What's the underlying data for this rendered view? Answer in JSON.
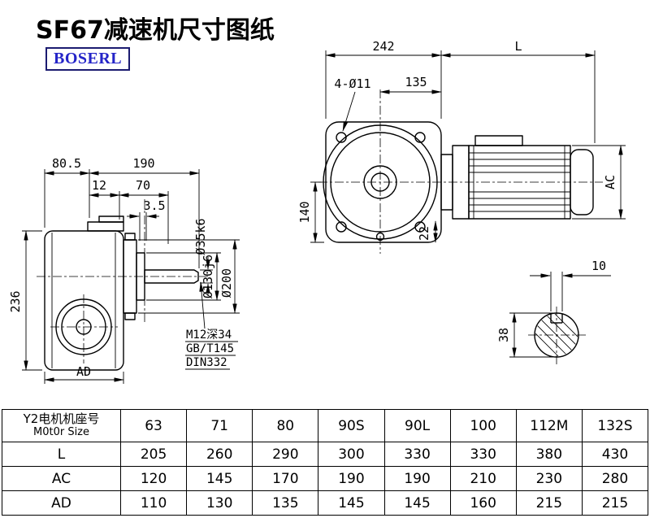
{
  "page": {
    "title": "SF67减速机尺寸图纸",
    "logo_text": "BOSERL"
  },
  "front_view": {
    "dim_width_housing": "242",
    "dim_motor_length": "L",
    "dim_holes": "4-Ø11",
    "dim_center_to_face": "135",
    "dim_center_height": "140",
    "dim_rib": "22",
    "dim_motor_diameter": "AC"
  },
  "side_view": {
    "dim_top_left": "80.5",
    "dim_top_total": "190",
    "dim_step": "12",
    "dim_shaft_len": "70",
    "dim_key": "3.5",
    "dim_height": "236",
    "dim_ad": "AD",
    "dim_shaft_dia": "Ø35k6",
    "dim_spigot_dia": "Ø130j6",
    "dim_flange_dia": "Ø200",
    "note_line1": "M12深34",
    "note_line2": "GB/T145",
    "note_line3": "DIN332"
  },
  "shaft_section": {
    "dim_key_width": "10",
    "dim_shaft_d": "38"
  },
  "table": {
    "header_cn": "Y2电机机座号",
    "header_en": "M0t0r Size",
    "columns": [
      "63",
      "71",
      "80",
      "90S",
      "90L",
      "100",
      "112M",
      "132S"
    ],
    "rows": [
      {
        "label": "L",
        "values": [
          "205",
          "260",
          "290",
          "300",
          "330",
          "330",
          "380",
          "430"
        ]
      },
      {
        "label": "AC",
        "values": [
          "120",
          "145",
          "170",
          "190",
          "190",
          "210",
          "230",
          "280"
        ]
      },
      {
        "label": "AD",
        "values": [
          "110",
          "130",
          "135",
          "145",
          "145",
          "160",
          "215",
          "215"
        ]
      }
    ]
  }
}
